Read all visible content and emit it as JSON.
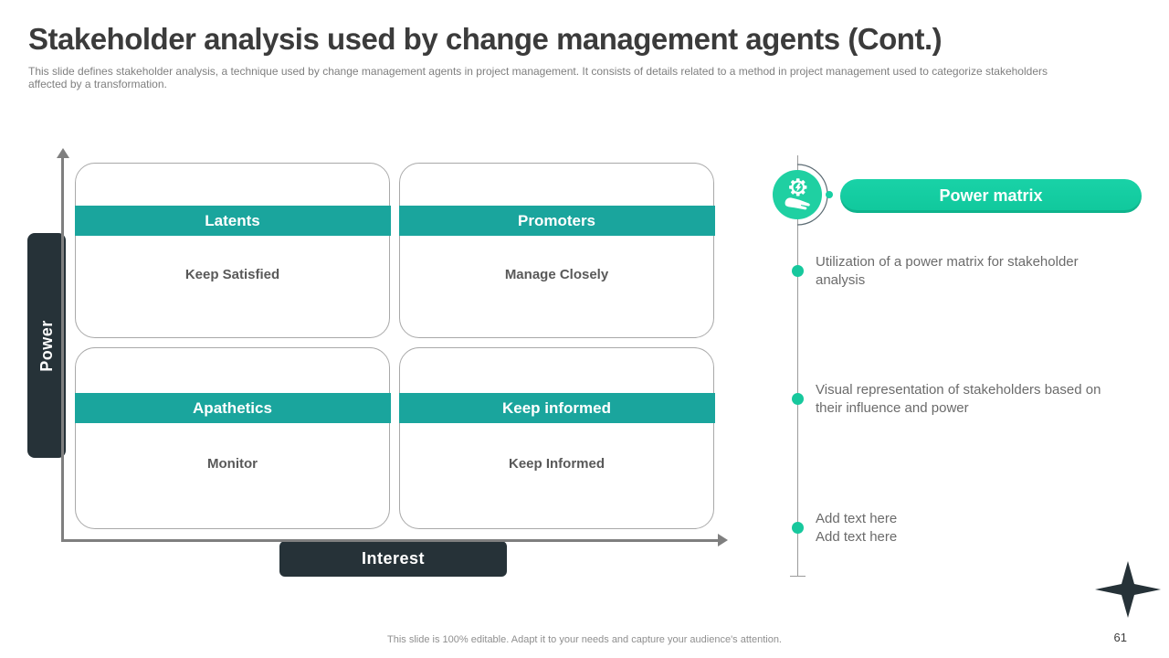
{
  "slide": {
    "title": "Stakeholder analysis used by change management agents (Cont.)",
    "subtitle": "This slide defines stakeholder analysis, a technique used by change management agents in project management. It consists of details related to a method in project management used to categorize stakeholders affected by a transformation.",
    "footer": "This slide is 100% editable. Adapt it to your needs and capture your audience's attention.",
    "page_number": "61"
  },
  "matrix": {
    "x_axis_label": "Interest",
    "y_axis_label": "Power",
    "quadrants": [
      {
        "position": "top-left",
        "header": "Latents",
        "body": "Keep Satisfied"
      },
      {
        "position": "top-right",
        "header": "Promoters",
        "body": "Manage Closely"
      },
      {
        "position": "bottom-left",
        "header": "Apathetics",
        "body": "Monitor"
      },
      {
        "position": "bottom-right",
        "header": "Keep informed",
        "body": "Keep Informed"
      }
    ]
  },
  "side_panel": {
    "icon": "hand-holding-gear-icon",
    "heading": "Power matrix",
    "bullets": [
      {
        "text": "Utilization of a power matrix for stakeholder analysis"
      },
      {
        "text": "Visual representation of stakeholders based on their influence and power"
      },
      {
        "text": "Add text here\nAdd text here"
      }
    ]
  },
  "colors": {
    "accent_green": "#17CFA3",
    "teal": "#1AA59D",
    "dark_slate": "#263238",
    "axis_gray": "#7F7F7F"
  }
}
